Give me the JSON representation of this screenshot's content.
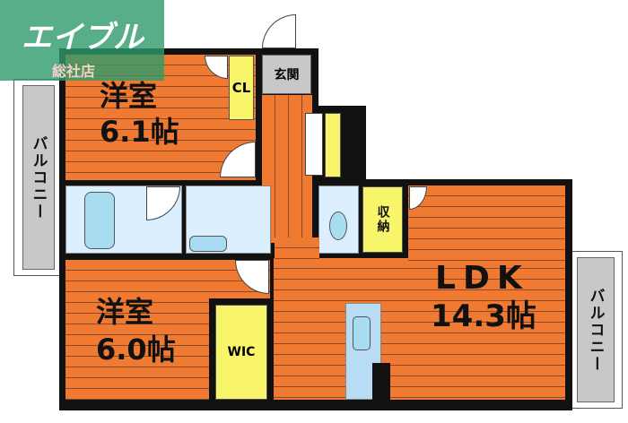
{
  "logo": {
    "brand": "エイブル",
    "branch": "総社店",
    "color": "#2e9a6a"
  },
  "rooms": {
    "bedroom1": {
      "name": "洋室",
      "size": "6.1帖"
    },
    "bedroom2": {
      "name": "洋室",
      "size": "6.0帖"
    },
    "ldk": {
      "name": "LDK",
      "size": "14.3帖"
    },
    "closet": "CL",
    "entrance": "玄関",
    "storage": "収納",
    "walk_in_closet": "WIC",
    "balcony_left": "バルコニー",
    "balcony_right": "バルコニー"
  },
  "colors": {
    "floor": "#f07a32",
    "closet": "#f8f56a",
    "wet": "#dcefff",
    "balcony": "#c8c8c8"
  }
}
